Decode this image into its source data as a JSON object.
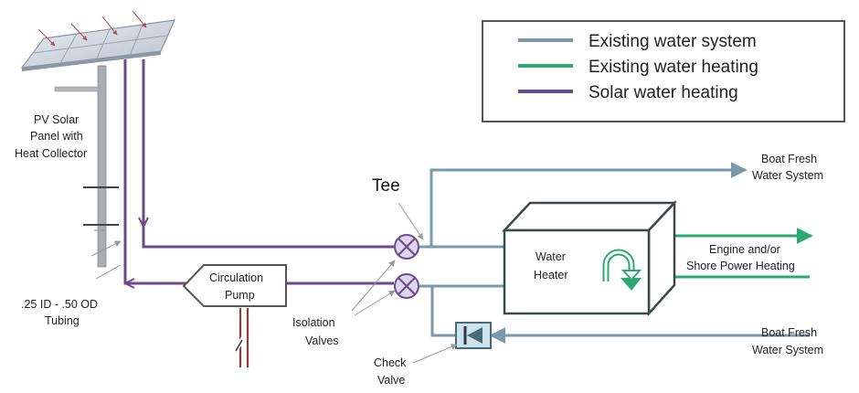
{
  "legend": {
    "items": [
      {
        "label": "Existing water system",
        "color": "#7a9aab"
      },
      {
        "label": "Existing water heating",
        "color": "#2ea873"
      },
      {
        "label": "Solar water heating",
        "color": "#6b4a8a"
      }
    ]
  },
  "labels": {
    "panel_line1": "PV Solar",
    "panel_line2": "Panel with",
    "panel_line3": "Heat Collector",
    "tubing_line1": ".25 ID - .50 OD",
    "tubing_line2": "Tubing",
    "tee": "Tee",
    "pump_line1": "Circulation",
    "pump_line2": "Pump",
    "isolation_line1": "Isolation",
    "isolation_line2": "Valves",
    "check_line1": "Check",
    "check_line2": "Valve",
    "heater_line1": "Water",
    "heater_line2": "Heater",
    "engine_line1": "Engine and/or",
    "engine_line2": "Shore Power Heating",
    "fresh_top_line1": "Boat Fresh",
    "fresh_top_line2": "Water System",
    "fresh_bottom_line1": "Boat Fresh",
    "fresh_bottom_line2": "Water System"
  },
  "colors": {
    "water": "#7a9aab",
    "heating": "#2ea873",
    "solar": "#6b4a8a",
    "box_stroke": "#3a4a4a",
    "valve_fill": "#ddd6ee",
    "check_fill": "#cfe3ee"
  }
}
